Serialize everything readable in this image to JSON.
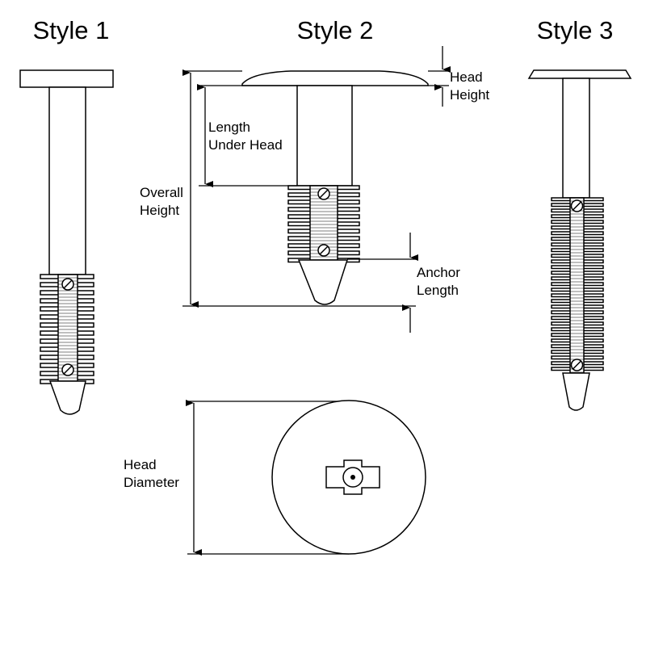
{
  "titles": {
    "style1": "Style 1",
    "style2": "Style 2",
    "style3": "Style 3"
  },
  "dimensions": {
    "head_height": [
      "Head",
      "Height"
    ],
    "length_under_head": [
      "Length",
      "Under Head"
    ],
    "overall_height": [
      "Overall",
      "Height"
    ],
    "anchor_length": [
      "Anchor",
      "Length"
    ],
    "head_diameter": [
      "Head",
      "Diameter"
    ]
  },
  "colors": {
    "line": "#000000",
    "background": "#ffffff"
  }
}
